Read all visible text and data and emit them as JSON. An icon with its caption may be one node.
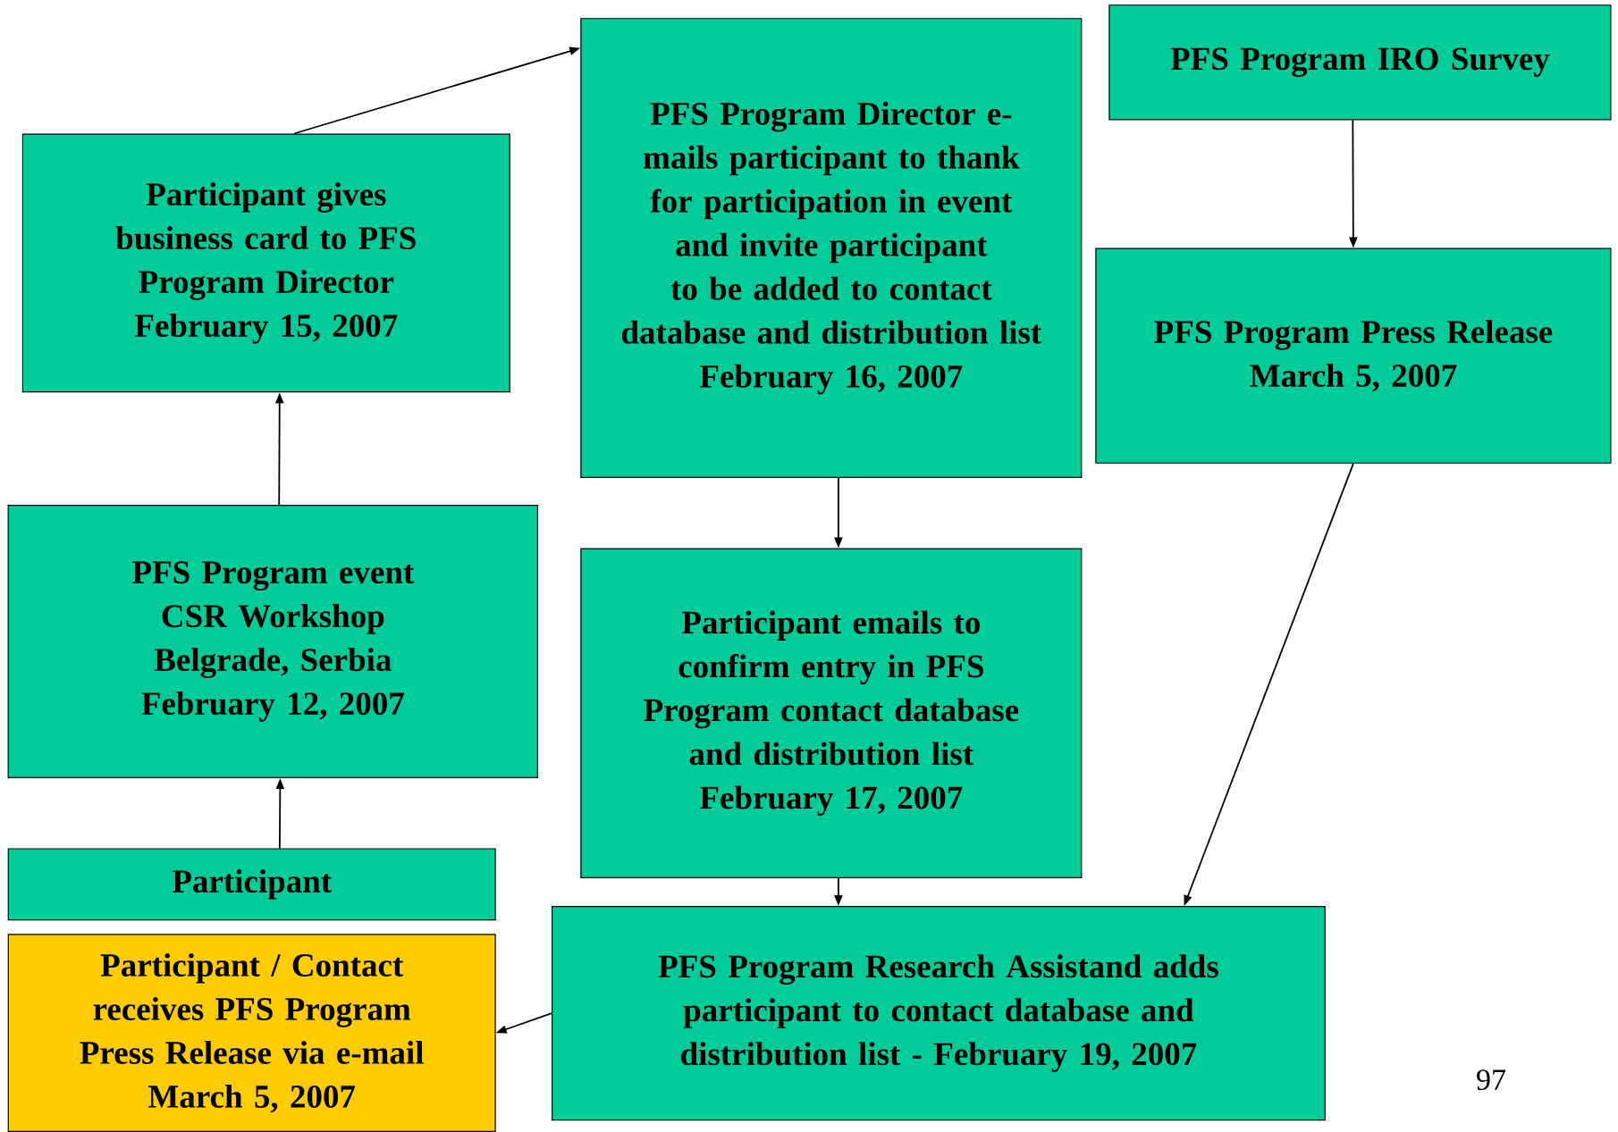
{
  "diagram": {
    "nodes": [
      {
        "text": [
          "Participant gives business card to PFS Program Director",
          "February 15, 2007"
        ]
      },
      {
        "text": [
          "PFS Program Director e-mails participant to thank for participation in event and invite participant to be added to contact database and distribution list",
          "February 16, 2007"
        ]
      },
      {
        "text": [
          "PFS Program IRO Survey"
        ]
      },
      {
        "text": [
          "PFS Program Press Release",
          "March 5, 2007"
        ]
      },
      {
        "text": [
          "PFS Program event CSR Workshop Belgrade, Serbia",
          "February 12, 2007"
        ]
      },
      {
        "text": [
          "Participant emails to confirm entry in PFS Program contact database and distribution list",
          "February 17, 2007"
        ]
      },
      {
        "text": [
          "Participant"
        ]
      },
      {
        "text": [
          "Participant / Contact receives PFS Program Press Release via e-mail",
          "March 5, 2007"
        ]
      },
      {
        "text": [
          "PFS Program Research Assistand adds participant to contact database and distribution list - February 19, 2007"
        ]
      }
    ],
    "edges": [
      {
        "from": 6,
        "to": 4,
        "arrow": "to"
      },
      {
        "from": 4,
        "to": 0,
        "arrow": "to"
      },
      {
        "from": 0,
        "to": 1,
        "arrow": "to"
      },
      {
        "from": 1,
        "to": 5,
        "arrow": "to"
      },
      {
        "from": 5,
        "to": 8,
        "arrow": "to"
      },
      {
        "from": 2,
        "to": 3,
        "arrow": "to"
      },
      {
        "from": 3,
        "to": 8,
        "arrow": "to"
      },
      {
        "from": 8,
        "to": 7,
        "arrow": "to"
      }
    ],
    "labels": [
      "97"
    ]
  }
}
